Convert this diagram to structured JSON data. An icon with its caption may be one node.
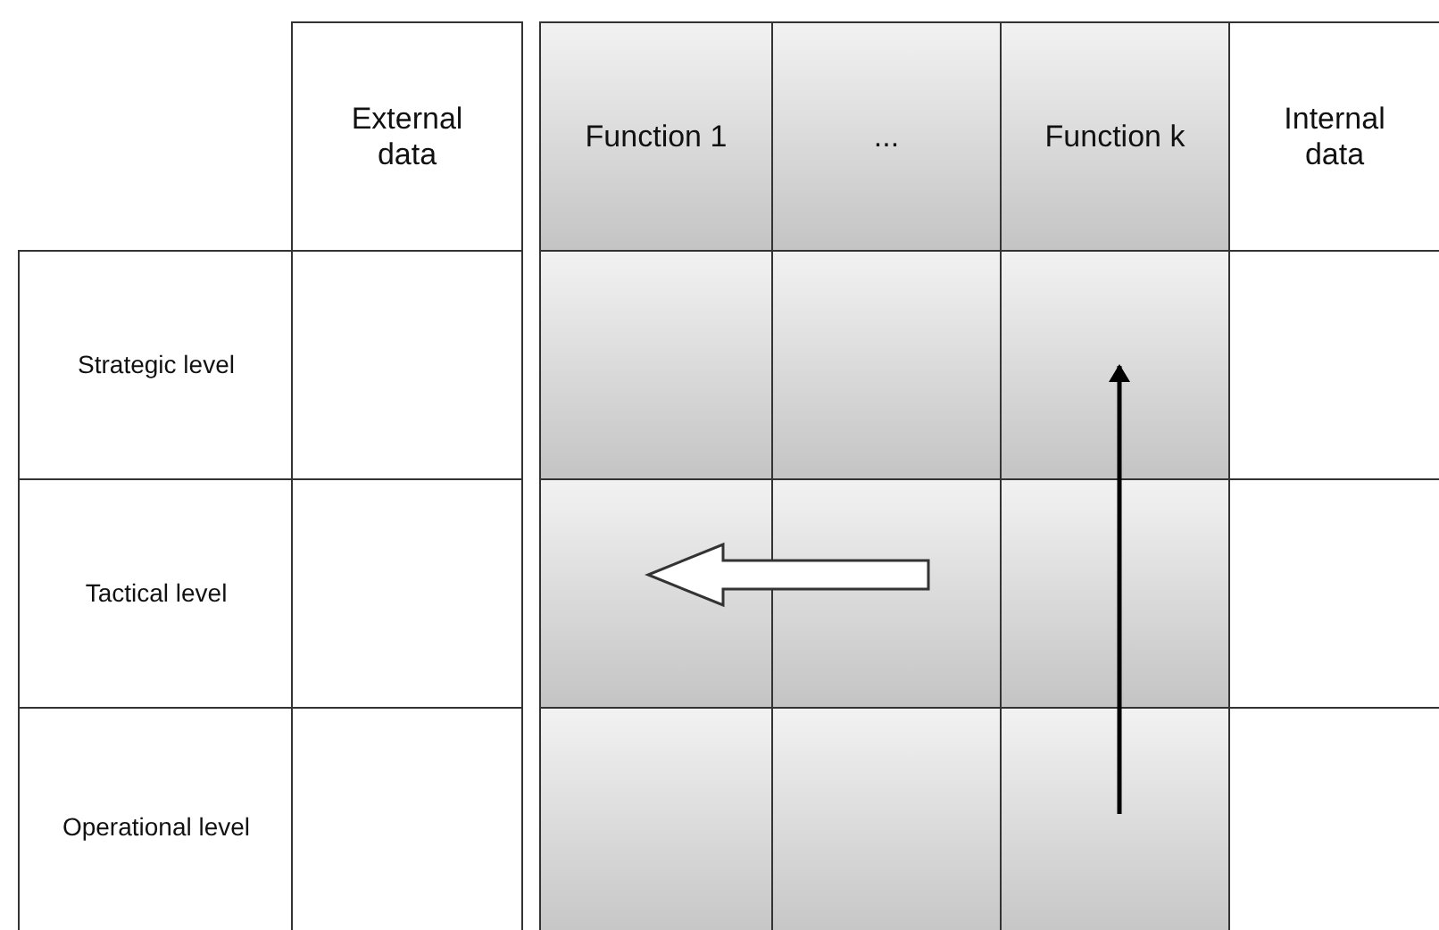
{
  "diagram": {
    "labels": [
      "External data",
      "Function 1",
      "...",
      "Function k",
      "Internal data",
      "Strategic level",
      "Tactical level",
      "Operational level"
    ]
  }
}
